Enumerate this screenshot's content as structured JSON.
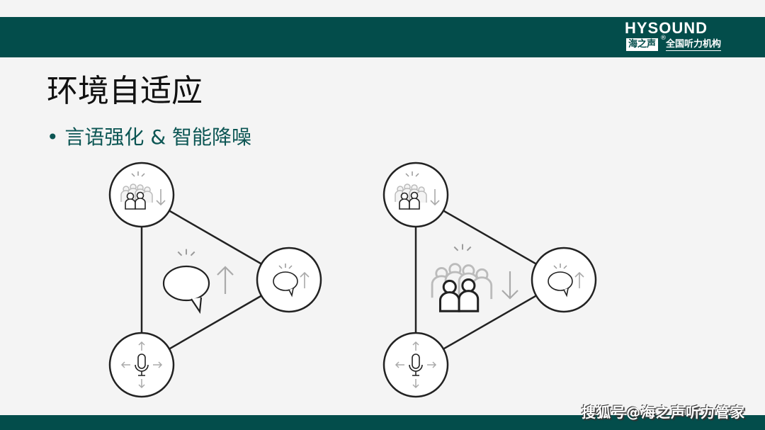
{
  "header": {
    "brand": "HYSOUND",
    "brand_cn": "海之声",
    "registered": "®",
    "tagline": "全国听力机构",
    "bar_color": "#034d4b"
  },
  "slide": {
    "title": "环境自适应",
    "bullet": "• 言语强化 & 智能降噪"
  },
  "diagrams": [
    {
      "nodes": [
        "crowd-noise-down",
        "speech-up",
        "microphone-directional"
      ],
      "center": {
        "icon": "speech-bubble",
        "arrow": "up"
      }
    },
    {
      "nodes": [
        "crowd-noise-down",
        "speech-up",
        "microphone-directional"
      ],
      "center": {
        "icon": "crowd-conversation",
        "arrow": "down"
      }
    }
  ],
  "footer": {
    "watermark": "搜狐号@海之声听力管家"
  }
}
